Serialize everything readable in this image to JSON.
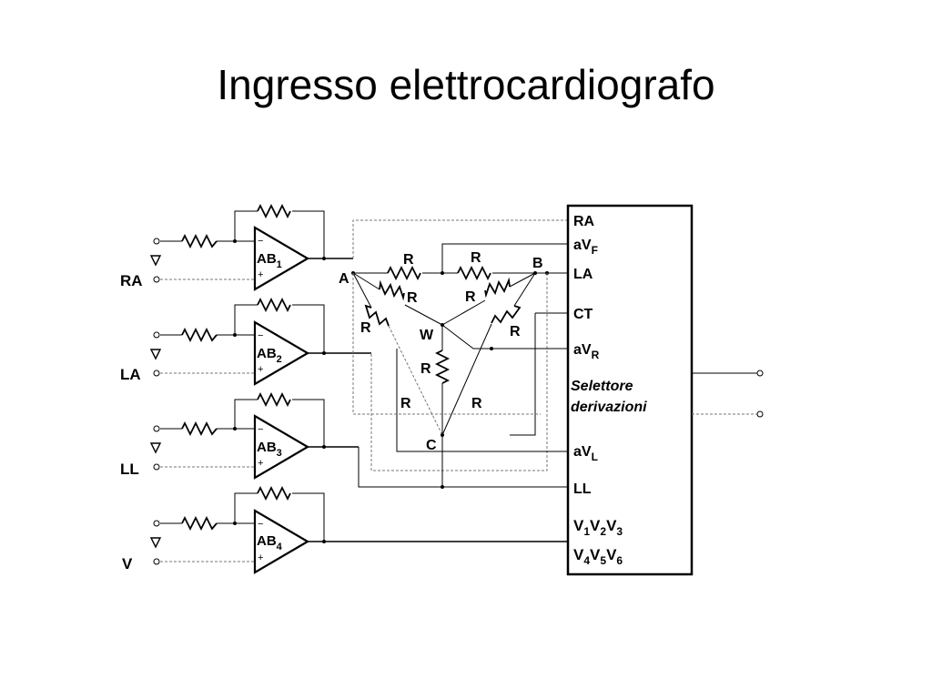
{
  "title": "Ingresso elettrocardiografo",
  "inputs": [
    "RA",
    "LA",
    "LL",
    "V"
  ],
  "amplifiers": [
    {
      "name": "AB",
      "sub": "1"
    },
    {
      "name": "AB",
      "sub": "2"
    },
    {
      "name": "AB",
      "sub": "3"
    },
    {
      "name": "AB",
      "sub": "4"
    }
  ],
  "amp_pins": {
    "minus": "−",
    "plus": "+"
  },
  "network": {
    "nodes": {
      "a": "A",
      "b": "B",
      "c": "C",
      "w": "W"
    },
    "resistor_label": "R"
  },
  "selector": {
    "rows": {
      "ra": "RA",
      "avf": {
        "base": "aV",
        "sub": "F"
      },
      "la": "LA",
      "ct": "CT",
      "avr": {
        "base": "aV",
        "sub": "R"
      },
      "avl": {
        "base": "aV",
        "sub": "L"
      },
      "ll": "LL"
    },
    "caption_line1": "Selettore",
    "caption_line2": "derivazioni",
    "v_group1": [
      {
        "b": "V",
        "s": "1"
      },
      {
        "b": "V",
        "s": "2"
      },
      {
        "b": "V",
        "s": "3"
      }
    ],
    "v_group2": [
      {
        "b": "V",
        "s": "4"
      },
      {
        "b": "V",
        "s": "5"
      },
      {
        "b": "V",
        "s": "6"
      }
    ]
  }
}
